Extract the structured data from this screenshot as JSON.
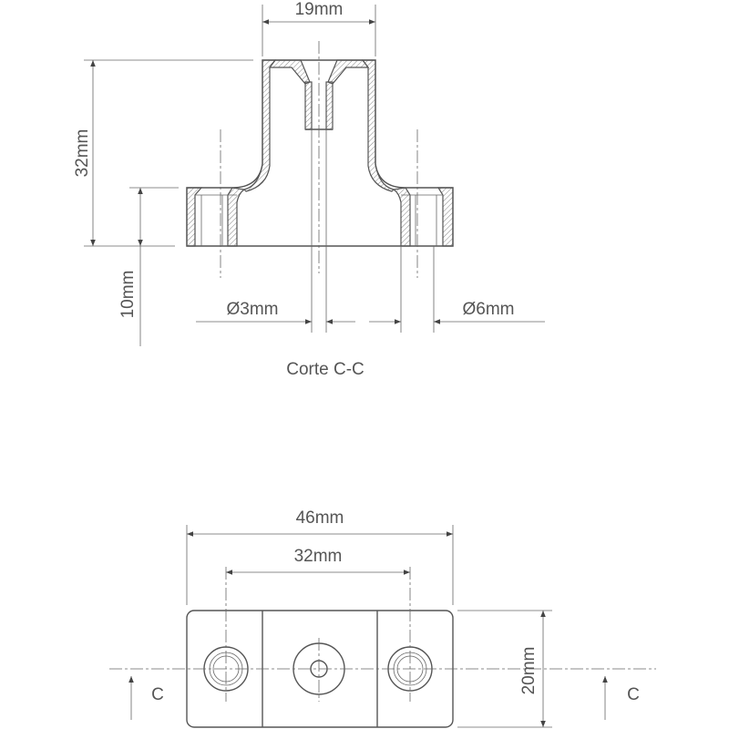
{
  "section": {
    "dims": {
      "top_width": "19mm",
      "total_height": "32mm",
      "flange_height": "10mm",
      "inner_hole": "Ø3mm",
      "side_hole": "Ø6mm"
    },
    "caption": "Corte C-C"
  },
  "plan": {
    "dims": {
      "overall_width": "46mm",
      "hole_spacing": "32mm",
      "depth": "20mm"
    },
    "section_marker_left": "C",
    "section_marker_right": "C"
  },
  "colors": {
    "line": "#555555",
    "text": "#555555",
    "background": "#ffffff"
  }
}
